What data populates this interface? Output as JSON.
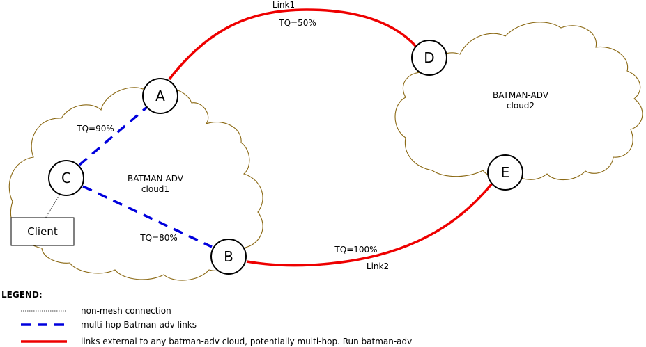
{
  "clouds": {
    "cloud1": {
      "line1": "BATMAN-ADV",
      "line2": "cloud1"
    },
    "cloud2": {
      "line1": "BATMAN-ADV",
      "line2": "cloud2"
    }
  },
  "nodes": {
    "a": "A",
    "b": "B",
    "c": "C",
    "d": "D",
    "e": "E"
  },
  "client": "Client",
  "links": {
    "link1": {
      "name": "Link1",
      "tq": "TQ=50%"
    },
    "link2": {
      "name": "Link2",
      "tq": "TQ=100%"
    },
    "ca": {
      "tq": "TQ=90%"
    },
    "cb": {
      "tq": "TQ=80%"
    }
  },
  "legend": {
    "title": "LEGEND:",
    "items": [
      {
        "label": "non-mesh connection"
      },
      {
        "label": "multi-hop Batman-adv links"
      },
      {
        "label": "links external to any batman-adv cloud, potentially multi-hop. Run batman-adv"
      }
    ]
  },
  "colors": {
    "cloud_stroke": "#8b6914",
    "external_link": "#ee0000",
    "mesh_link": "#0000dd",
    "node_stroke": "#000000"
  }
}
